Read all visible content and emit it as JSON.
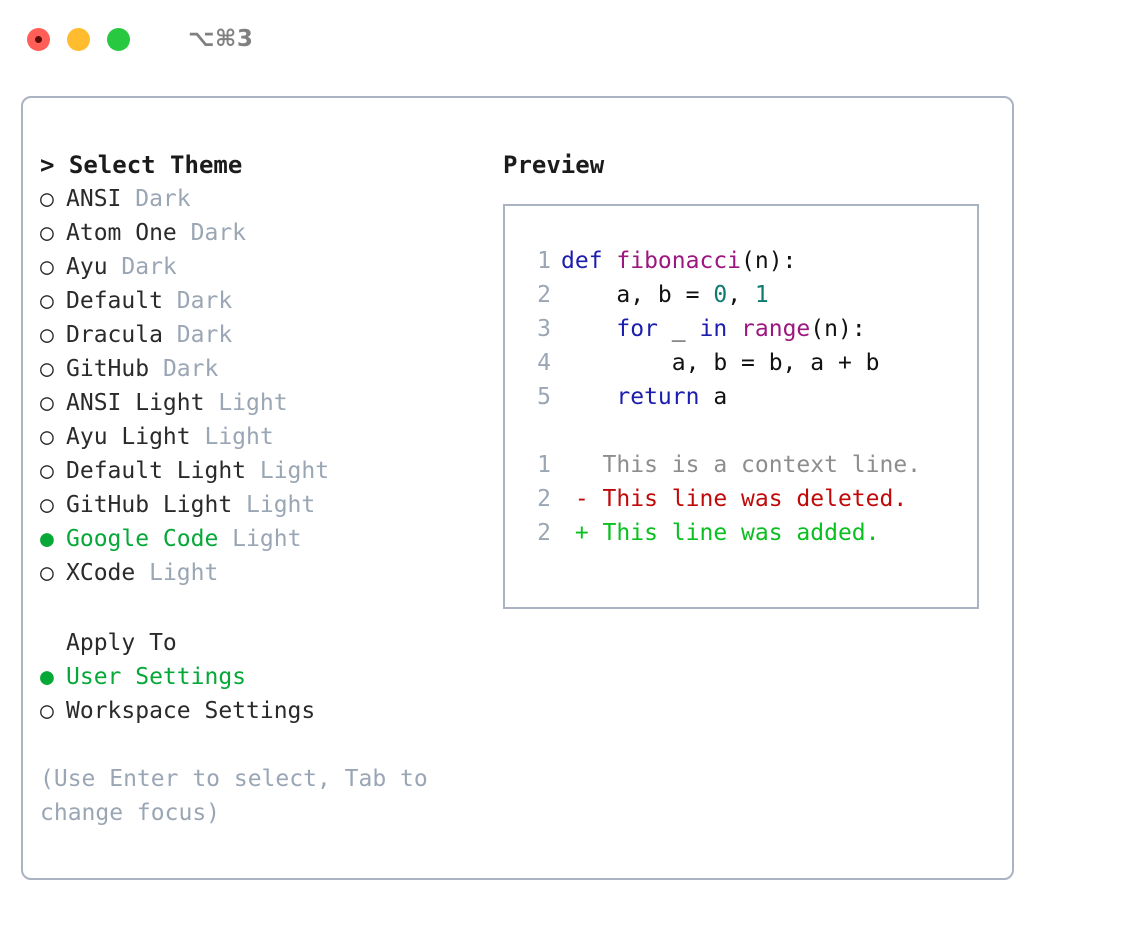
{
  "titlebar": {
    "shortcut": "⌥⌘3",
    "buttons": [
      "close",
      "minimize",
      "maximize"
    ]
  },
  "theme_panel": {
    "heading": "> Select Theme",
    "marker_selected": "●",
    "marker_unselected": "○",
    "themes": [
      {
        "name": "ANSI",
        "kind": "Dark",
        "selected": false
      },
      {
        "name": "Atom One",
        "kind": "Dark",
        "selected": false
      },
      {
        "name": "Ayu",
        "kind": "Dark",
        "selected": false
      },
      {
        "name": "Default",
        "kind": "Dark",
        "selected": false
      },
      {
        "name": "Dracula",
        "kind": "Dark",
        "selected": false
      },
      {
        "name": "GitHub",
        "kind": "Dark",
        "selected": false
      },
      {
        "name": "ANSI Light",
        "kind": "Light",
        "selected": false
      },
      {
        "name": "Ayu Light",
        "kind": "Light",
        "selected": false
      },
      {
        "name": "Default Light",
        "kind": "Light",
        "selected": false
      },
      {
        "name": "GitHub Light",
        "kind": "Light",
        "selected": false
      },
      {
        "name": "Google Code",
        "kind": "Light",
        "selected": true
      },
      {
        "name": "XCode",
        "kind": "Light",
        "selected": false
      }
    ],
    "apply_to": {
      "title": "Apply To",
      "options": [
        {
          "name": "User Settings",
          "selected": true
        },
        {
          "name": "Workspace Settings",
          "selected": false
        }
      ]
    },
    "hint": "(Use Enter to select, Tab to change focus)"
  },
  "preview": {
    "title": "Preview",
    "code_lines": [
      {
        "num": "1",
        "tokens": [
          {
            "t": "def ",
            "c": "kw"
          },
          {
            "t": "fibonacci",
            "c": "fn"
          },
          {
            "t": "(n):",
            "c": "pln"
          }
        ]
      },
      {
        "num": "2",
        "tokens": [
          {
            "t": "    a, b = ",
            "c": "pln"
          },
          {
            "t": "0",
            "c": "num"
          },
          {
            "t": ", ",
            "c": "pln"
          },
          {
            "t": "1",
            "c": "num"
          }
        ]
      },
      {
        "num": "3",
        "tokens": [
          {
            "t": "    ",
            "c": "pln"
          },
          {
            "t": "for",
            "c": "kw"
          },
          {
            "t": " _ ",
            "c": "pln"
          },
          {
            "t": "in",
            "c": "kw"
          },
          {
            "t": " ",
            "c": "pln"
          },
          {
            "t": "range",
            "c": "fn"
          },
          {
            "t": "(n):",
            "c": "pln"
          }
        ]
      },
      {
        "num": "4",
        "tokens": [
          {
            "t": "        a, b = b, a + b",
            "c": "pln"
          }
        ]
      },
      {
        "num": "5",
        "tokens": [
          {
            "t": "    ",
            "c": "pln"
          },
          {
            "t": "return",
            "c": "kw"
          },
          {
            "t": " a",
            "c": "pln"
          }
        ]
      }
    ],
    "diff_lines": [
      {
        "num": "1",
        "sign": " ",
        "text": " This is a context line.",
        "c": "ctx"
      },
      {
        "num": "2",
        "sign": "-",
        "text": " This line was deleted.",
        "c": "del"
      },
      {
        "num": "2",
        "sign": "+",
        "text": " This line was added.",
        "c": "add"
      }
    ]
  },
  "colors": {
    "accent_green": "#06a838",
    "muted_gray": "#9aa6b4",
    "border": "#aab3c2",
    "keyword_blue": "#1c1cae",
    "function_magenta": "#9c1780",
    "number_teal": "#0d7b70",
    "diff_deleted": "#c00a0a",
    "diff_added": "#0ac020"
  }
}
